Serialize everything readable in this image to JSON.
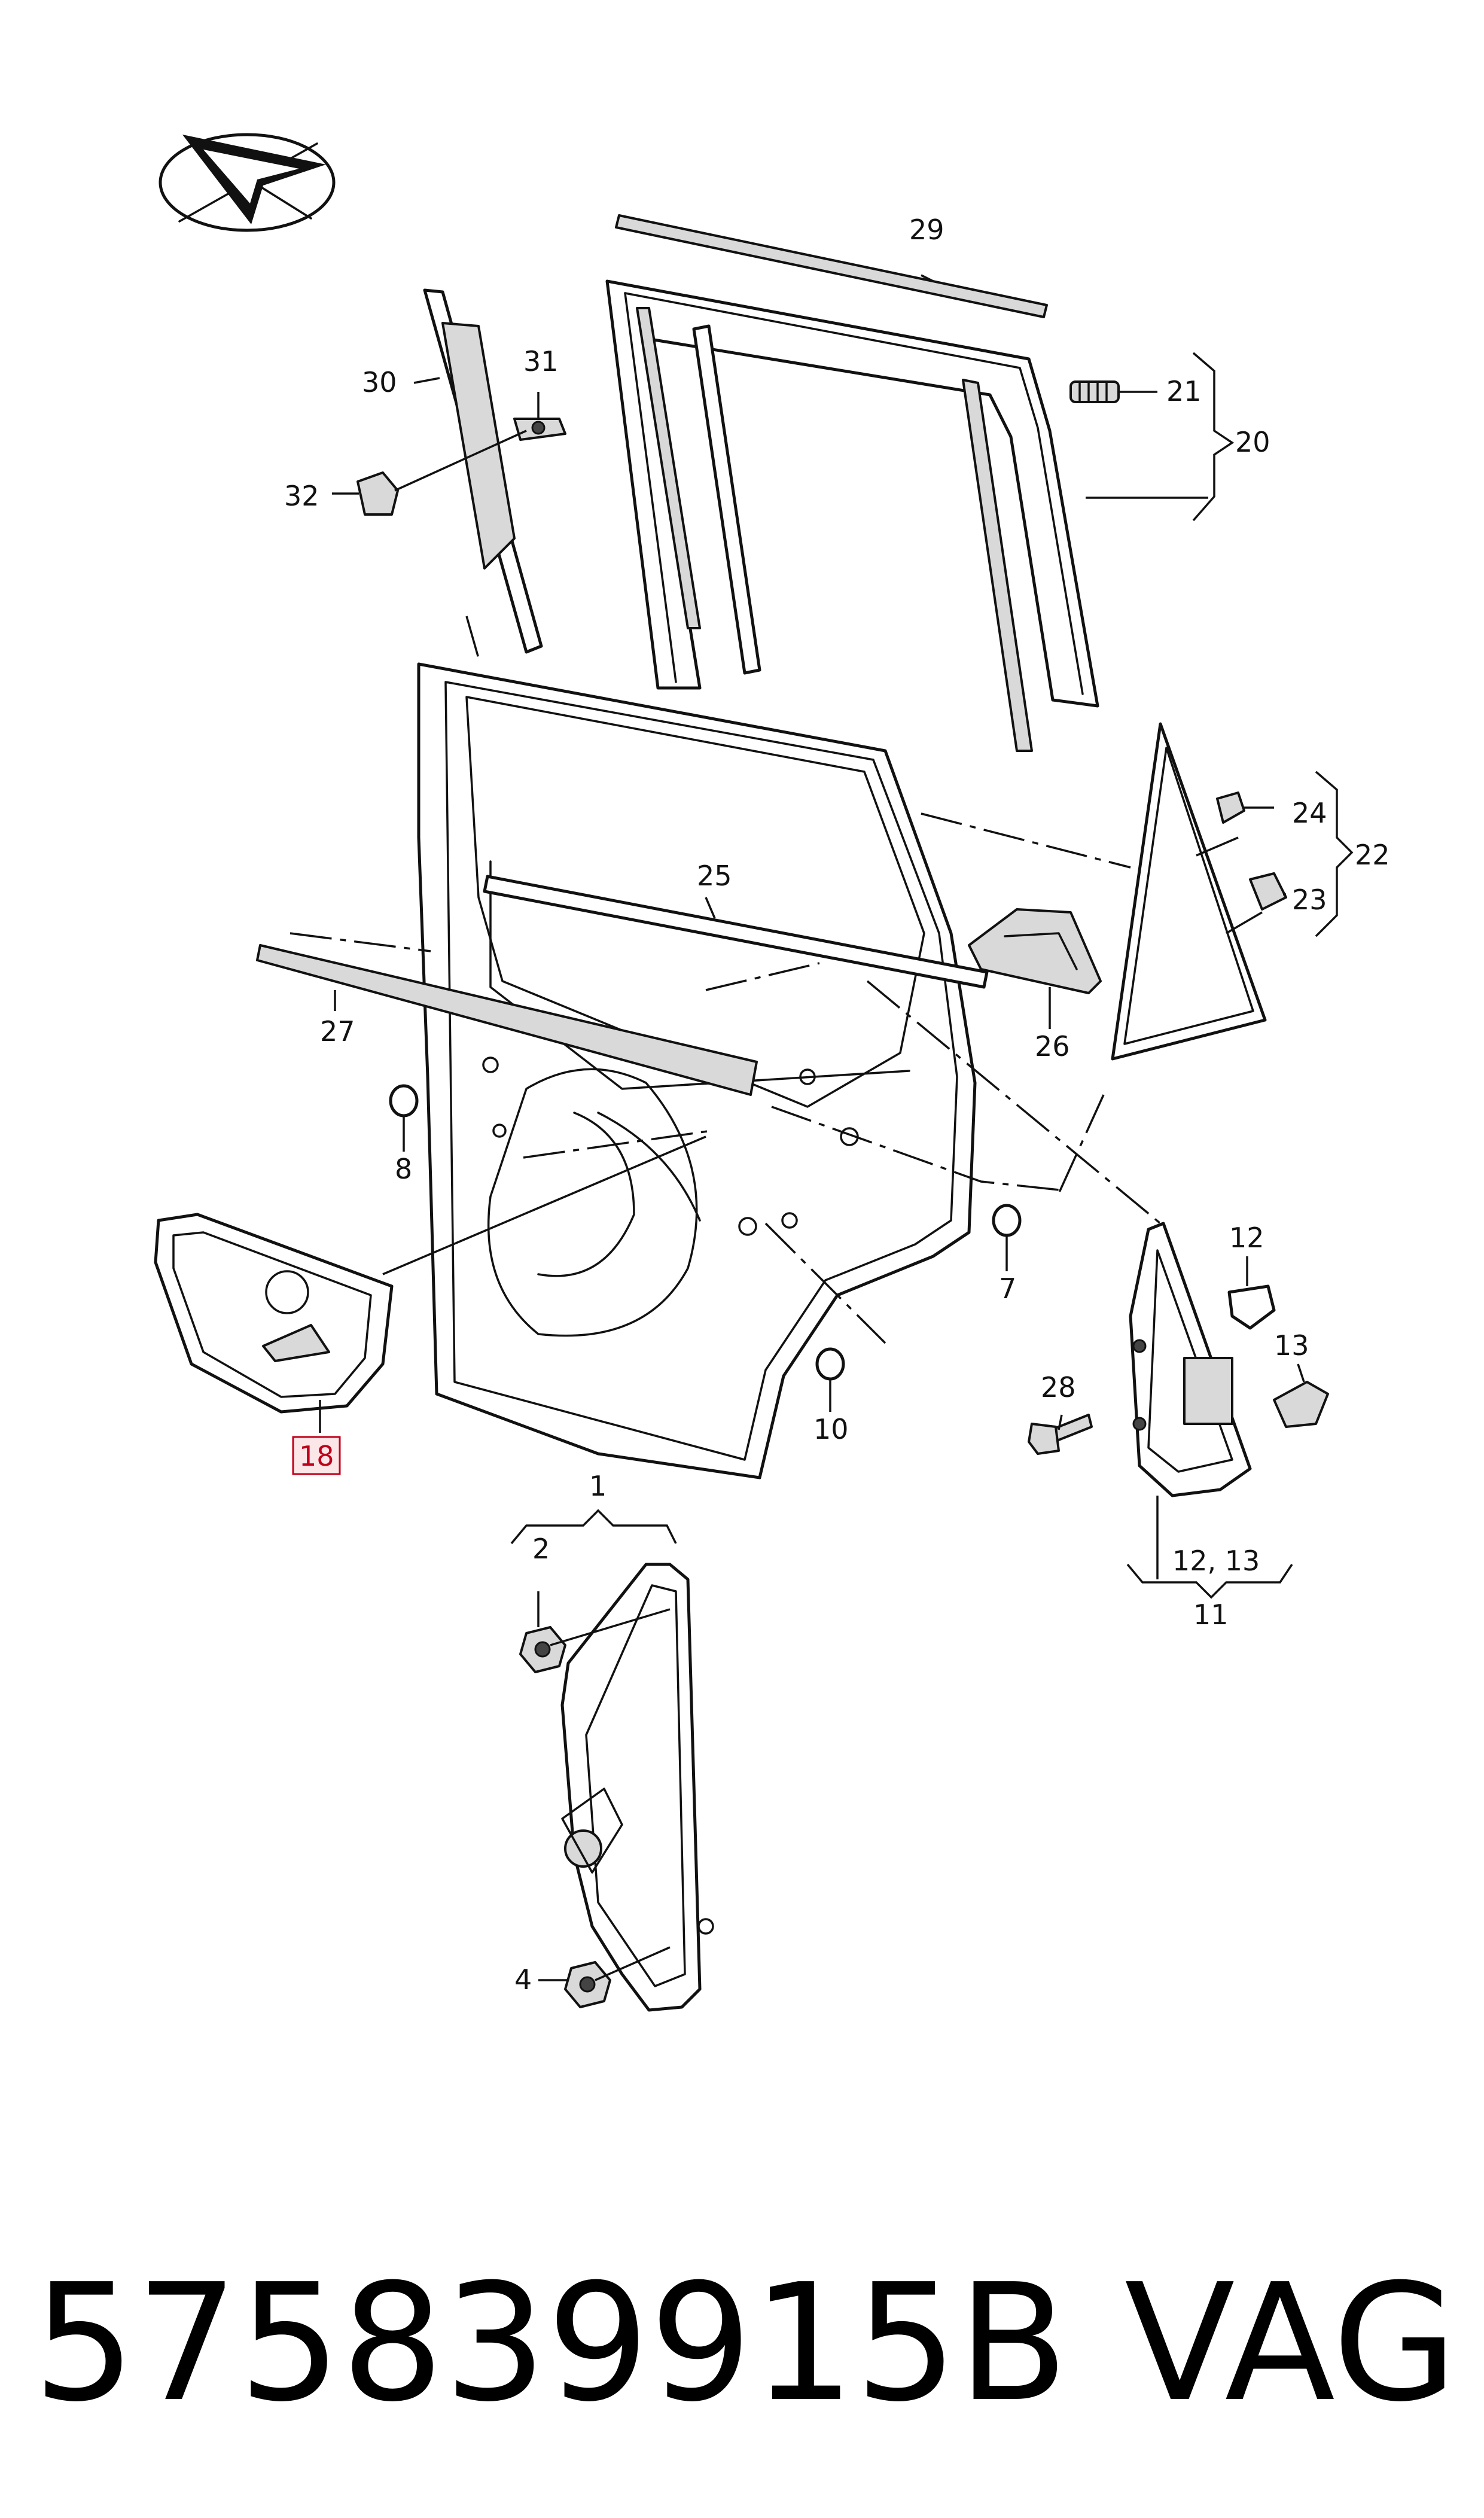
{
  "diagram": {
    "highlighted_label": "18",
    "labels": {
      "l1": "1",
      "l2": "2",
      "l4": "4",
      "l7": "7",
      "l8": "8",
      "l10": "10",
      "l11": "11",
      "l12": "12",
      "l12_13": "12, 13",
      "l13": "13",
      "l18": "18",
      "l20": "20",
      "l21": "21",
      "l22": "22",
      "l23": "23",
      "l24": "24",
      "l25": "25",
      "l26": "26",
      "l27": "27",
      "l28": "28",
      "l29": "29",
      "l30": "30",
      "l31": "31",
      "l32": "32"
    }
  },
  "footer": {
    "part_number": "575839915B",
    "brand": "VAG"
  },
  "colors": {
    "line": "#111111",
    "highlight": "#c0001a",
    "background": "#ffffff"
  }
}
